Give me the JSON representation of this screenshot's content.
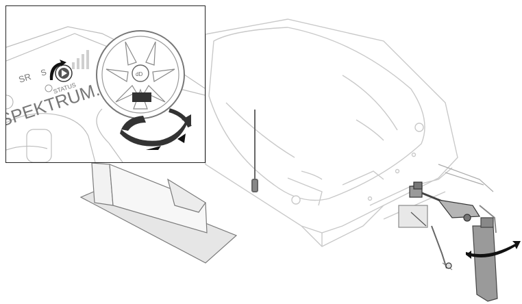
{
  "inset": {
    "label_sr": "SR",
    "label_s": "S",
    "label_status": "STATUS",
    "label_brand": "SPEKTRUM.",
    "icons": [
      "play-icon",
      "clockwise-arrow-icon",
      "signal-bars-icon",
      "status-led-icon",
      "spektrum-emblem-icon"
    ]
  },
  "boat": {
    "icons": [
      "rudder-rotation-arrow-icon",
      "antenna-icon"
    ]
  },
  "colors": {
    "line": "#cfcfcf",
    "dark_line": "#222222",
    "rudder": "#9a9a9a",
    "wheel_dark": "#333333"
  }
}
